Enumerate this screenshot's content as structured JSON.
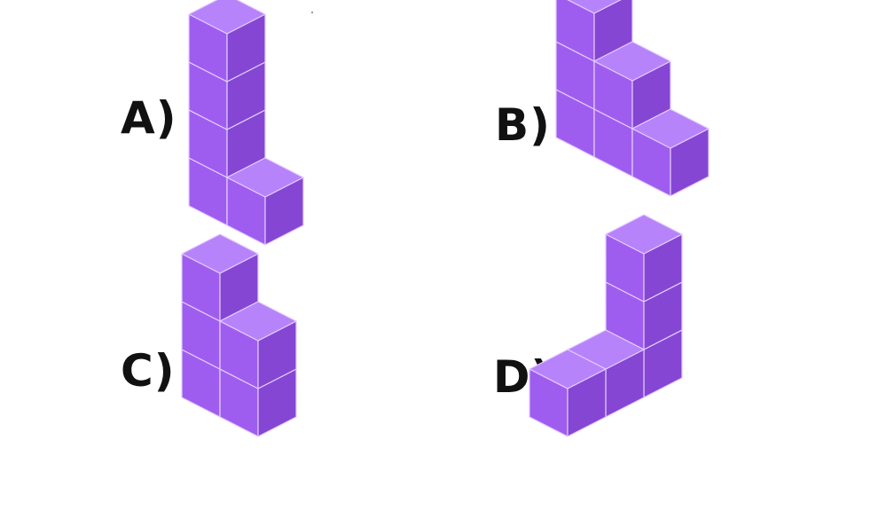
{
  "options": [
    {
      "label": "A)",
      "cubes": [
        [
          0,
          0,
          0
        ],
        [
          0,
          0,
          1
        ],
        [
          0,
          0,
          2
        ],
        [
          0,
          0,
          3
        ],
        [
          1,
          0,
          0
        ]
      ]
    },
    {
      "label": "B)",
      "cubes": [
        [
          0,
          0,
          0
        ],
        [
          1,
          0,
          0
        ],
        [
          2,
          0,
          0
        ],
        [
          0,
          0,
          1
        ],
        [
          1,
          0,
          1
        ],
        [
          0,
          0,
          2
        ]
      ]
    },
    {
      "label": "C)",
      "cubes": [
        [
          0,
          0,
          0
        ],
        [
          0,
          0,
          1
        ],
        [
          0,
          0,
          2
        ],
        [
          1,
          0,
          0
        ],
        [
          1,
          0,
          1
        ]
      ]
    },
    {
      "label": "D)",
      "cubes": [
        [
          0,
          0,
          0
        ],
        [
          0,
          0,
          1
        ],
        [
          0,
          0,
          2
        ],
        [
          0,
          1,
          0
        ],
        [
          0,
          2,
          0
        ]
      ]
    }
  ],
  "colors": {
    "top": "#b783fb",
    "left": "#9f5df0",
    "right": "#8546d4",
    "edge": "#e4ccff",
    "outline": "#6a2fb3"
  }
}
